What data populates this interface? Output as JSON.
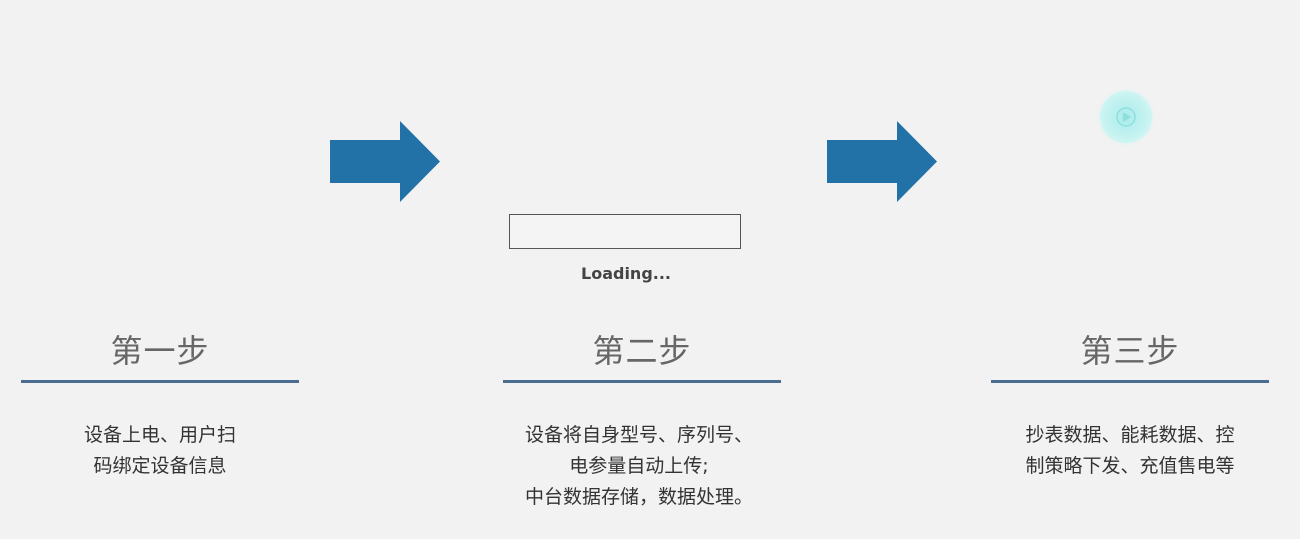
{
  "colors": {
    "background": "#f2f2f2",
    "arrow": "#2272a8",
    "divider": "#4b6d8f",
    "title_text": "#666666"
  },
  "steps": [
    {
      "title": "第一步",
      "desc_lines": [
        "设备上电、用户扫",
        "码绑定设备信息"
      ]
    },
    {
      "title": "第二步",
      "desc_lines": [
        "设备将自身型号、序列号、",
        "电参量自动上传;",
        "中台数据存储，数据处理。"
      ]
    },
    {
      "title": "第三步",
      "desc_lines": [
        "抄表数据、能耗数据、控",
        "制策略下发、充值售电等"
      ]
    }
  ],
  "loading": {
    "text": "Loading..."
  },
  "icons": {
    "arrow": "right-arrow-icon",
    "status": "play-circle-icon"
  }
}
